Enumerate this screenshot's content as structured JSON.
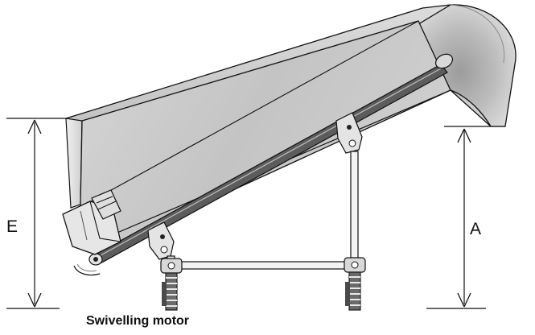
{
  "labels": {
    "dimension_e": "E",
    "dimension_a": "A",
    "caption": "Swivelling motor"
  },
  "colors": {
    "line": "#111111",
    "body_light": "#e9e9e9",
    "body_mid": "#c7c7c7",
    "body_dark": "#9a9a9a",
    "rail": "#333333"
  }
}
